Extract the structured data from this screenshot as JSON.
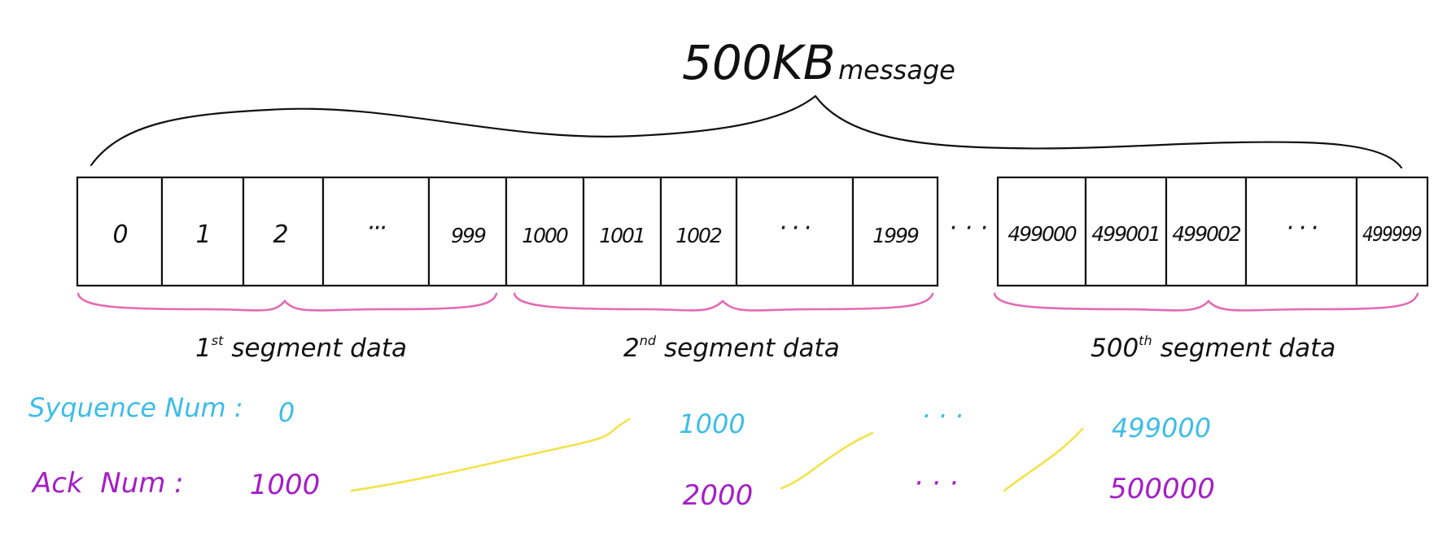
{
  "title": {
    "main": "500KB",
    "sub": "message"
  },
  "cells": {
    "seg1": [
      "0",
      "1",
      "2",
      "···",
      "999"
    ],
    "seg2": [
      "1000",
      "1001",
      "1002",
      "· · ·",
      "1999"
    ],
    "gap": "· · ·",
    "seg500": [
      "499000",
      "499001",
      "499002",
      "· · ·",
      "499999"
    ]
  },
  "segments": [
    {
      "num": "1",
      "sup": "st",
      "text": "segment data"
    },
    {
      "num": "2",
      "sup": "nd",
      "text": "segment data"
    },
    {
      "num": "500",
      "sup": "th",
      "text": "segment data"
    }
  ],
  "rows": {
    "seq_label": "Syquence Num :",
    "ack_label": "Ack  Num :",
    "seq_values": [
      "0",
      "1000",
      "· · ·",
      "499000"
    ],
    "ack_values": [
      "1000",
      "2000",
      "· · ·",
      "500000"
    ]
  },
  "colors": {
    "ink": "#111111",
    "seq": "#3dbde6",
    "ack": "#a41fc6",
    "brace": "#e36bb3",
    "connector": "#f4e24a"
  }
}
